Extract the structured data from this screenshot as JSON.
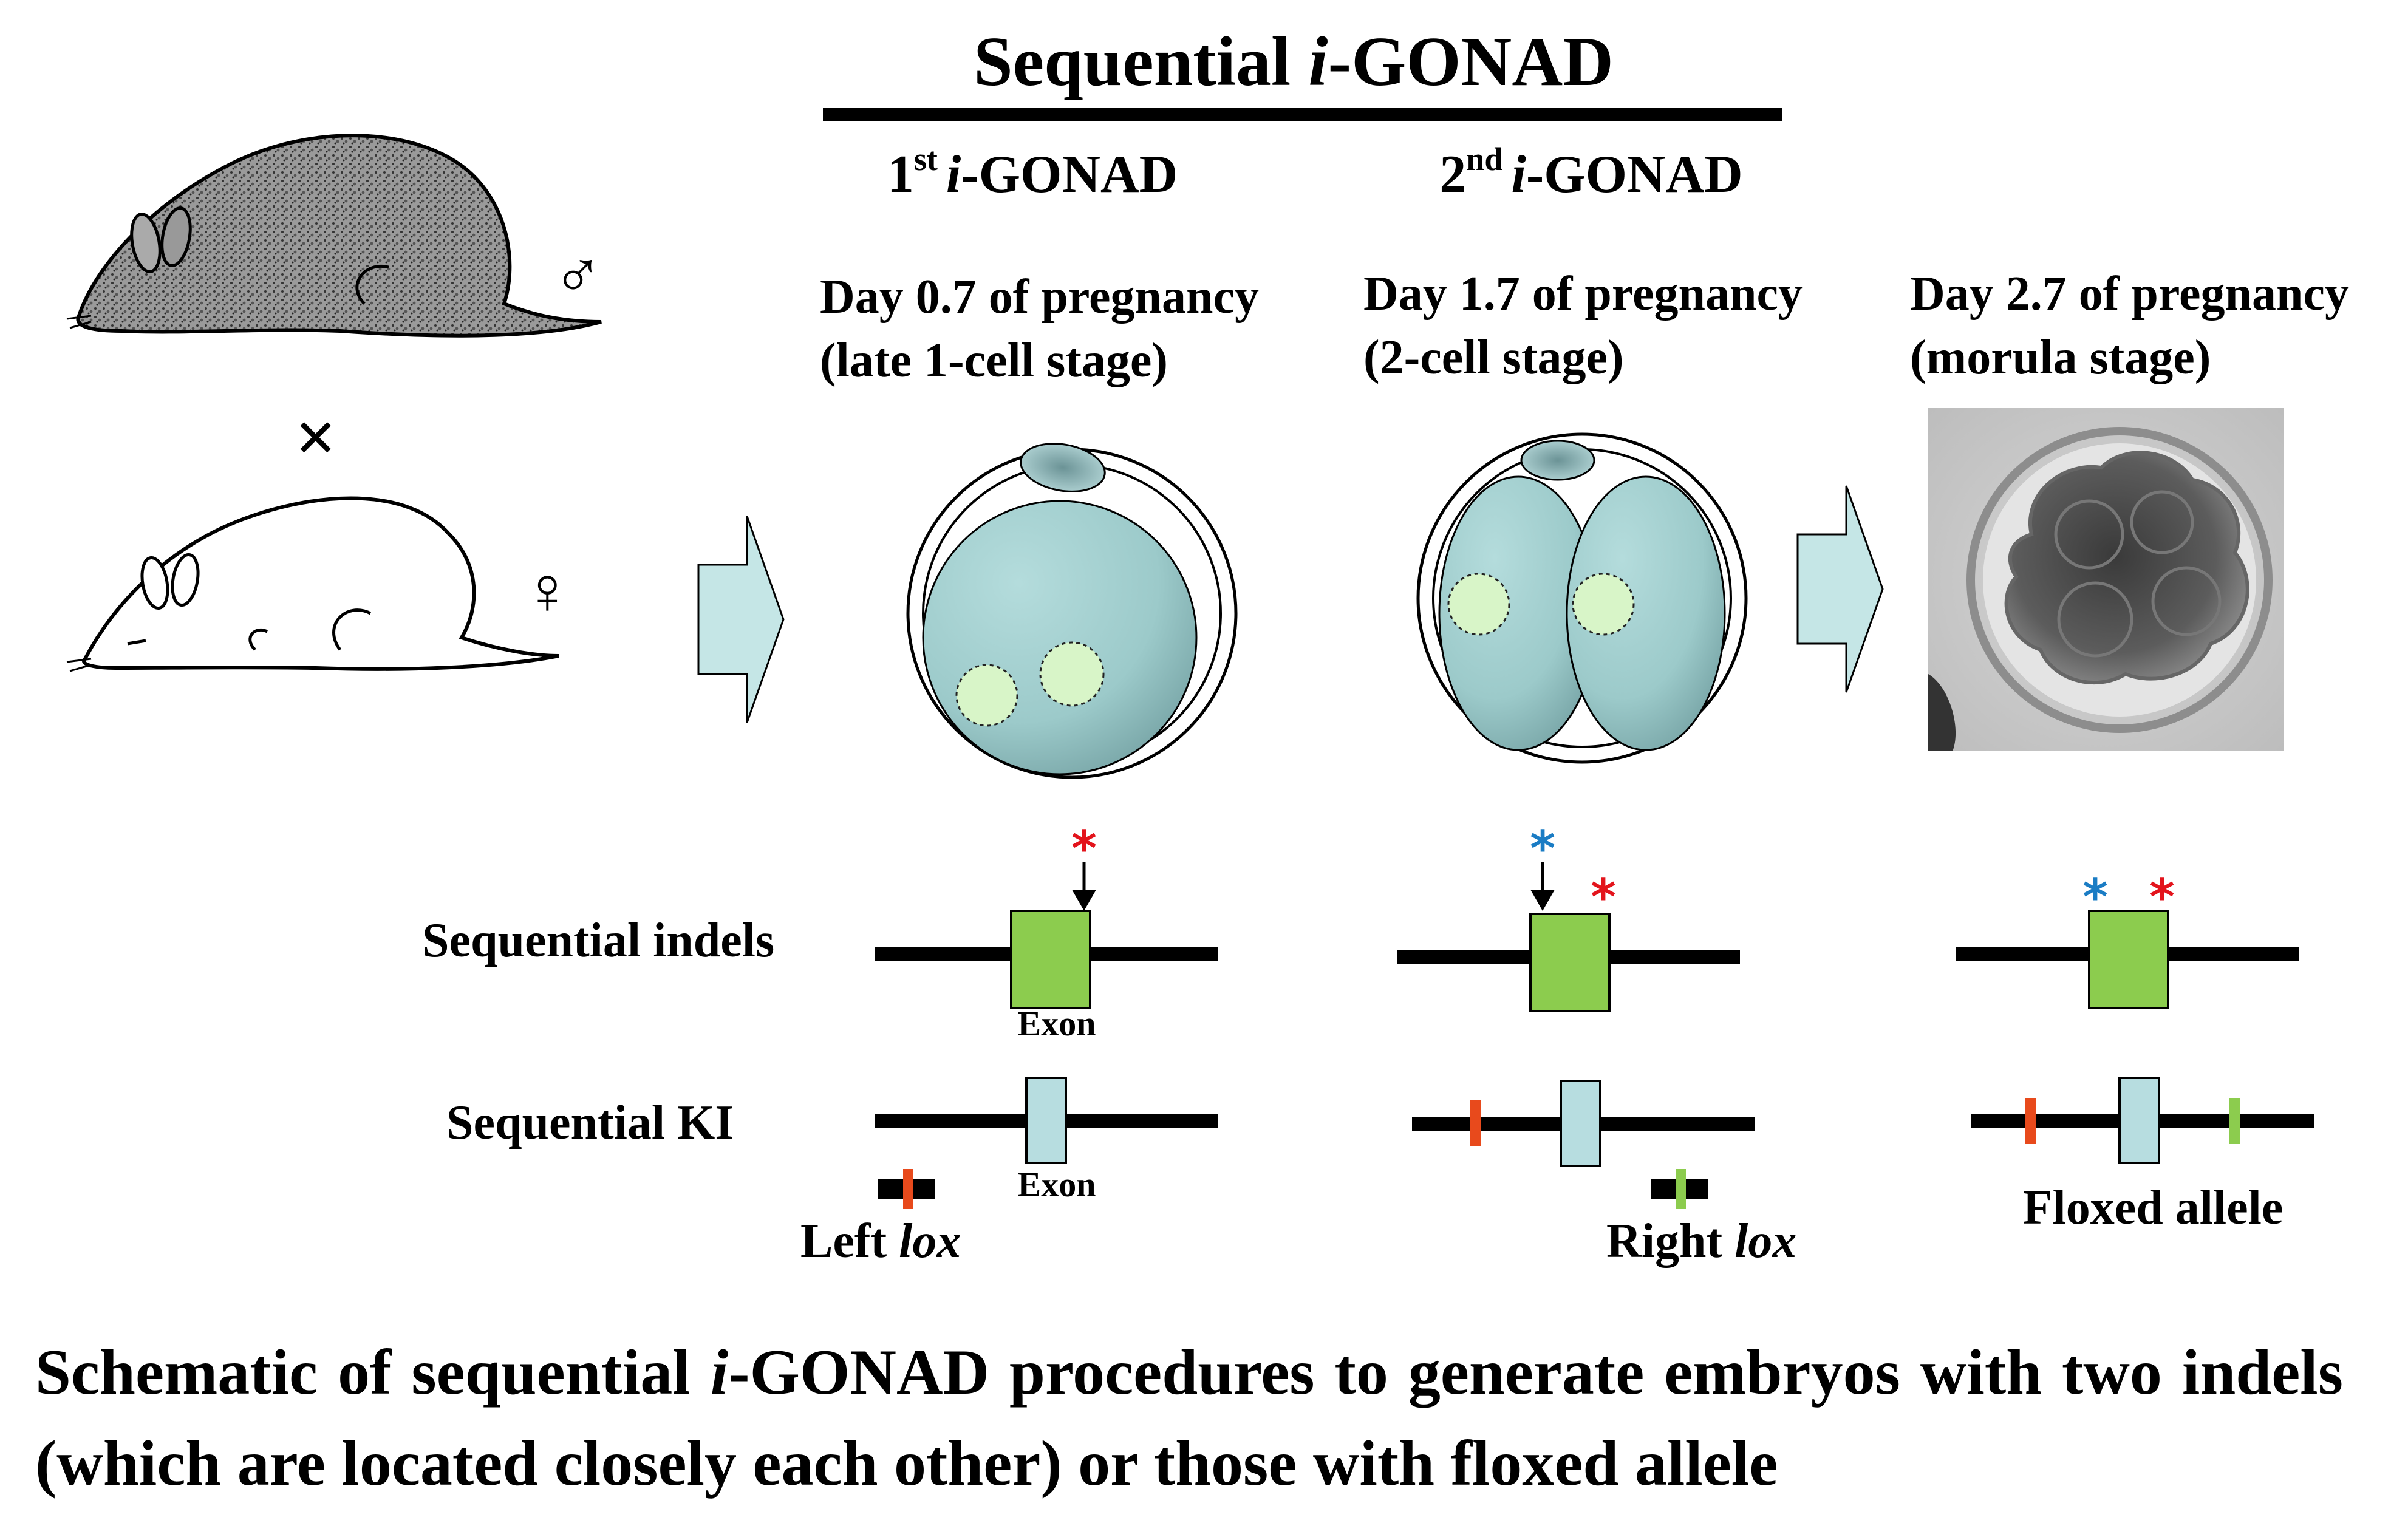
{
  "title": {
    "main": "Sequential ",
    "italic": "i",
    "rest": "-GONAD"
  },
  "rounds": [
    {
      "ord": "1",
      "sup": "st",
      "italic": "i",
      "rest": "-GONAD"
    },
    {
      "ord": "2",
      "sup": "nd",
      "italic": "i",
      "rest": "-GONAD"
    }
  ],
  "stages": [
    {
      "line1": "Day 0.7 of pregnancy",
      "line2": "(late 1-cell stage)"
    },
    {
      "line1": "Day 1.7 of pregnancy",
      "line2": "(2-cell stage)"
    },
    {
      "line1": "Day 2.7 of pregnancy",
      "line2": "(morula stage)"
    }
  ],
  "symbols": {
    "male": "♂",
    "female": "♀",
    "cross": "×",
    "mutation": "*"
  },
  "rows": {
    "indels": "Sequential indels",
    "ki": "Sequential KI"
  },
  "labels": {
    "exon": "Exon",
    "left_lox": {
      "text": "Left ",
      "italic": "lox"
    },
    "right_lox": {
      "text": "Right ",
      "italic": "lox"
    },
    "floxed": "Floxed allele"
  },
  "caption": {
    "p1": "Schematic of sequential ",
    "italic": "i",
    "p2": "-GONAD procedures to generate embryos with two indels (which are located closely each other) or those with floxed allele"
  },
  "colors": {
    "egg": "#a9d4d4",
    "egg_dark": "#6f9c9e",
    "pronucleus": "#d8f5c8",
    "exon_green": "#8ccc4e",
    "exon_blue": "#b7dde0",
    "arrow": "#c5e6e6",
    "lox_red": "#e84a1c",
    "lox_green": "#8ccc4e",
    "star_red": "#e3141c",
    "star_blue": "#1a7cc4"
  }
}
